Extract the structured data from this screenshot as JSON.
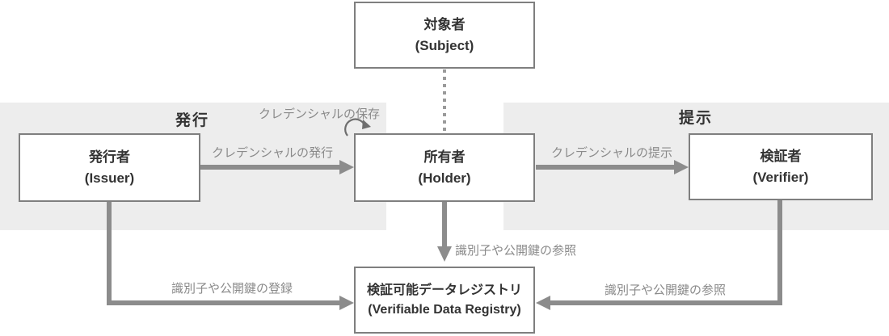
{
  "diagram": {
    "title_hint": "Verifiable Credentials ecosystem (W3C VC model)",
    "sections": {
      "issuance": "発行",
      "presentation": "提示"
    },
    "nodes": {
      "subject": {
        "jp": "対象者",
        "en": "(Subject)"
      },
      "issuer": {
        "jp": "発行者",
        "en": "(Issuer)"
      },
      "holder": {
        "jp": "所有者",
        "en": "(Holder)"
      },
      "verifier": {
        "jp": "検証者",
        "en": "(Verifier)"
      },
      "registry": {
        "jp": "検証可能データレジストリ",
        "en": "(Verifiable Data Registry)"
      }
    },
    "edges": {
      "store_credential": "クレデンシャルの保存",
      "issue_credential": "クレデンシャルの発行",
      "present_credential": "クレデンシャルの提示",
      "holder_to_registry": "識別子や公開鍵の参照",
      "issuer_to_registry": "識別子や公開鍵の登録",
      "verifier_to_registry": "識別子や公開鍵の参照"
    },
    "colors": {
      "band": "#ededed",
      "box_border": "#7f7f7f",
      "arrow": "#8c8c8c",
      "edge_label": "#8a8a8a",
      "node_text": "#333333"
    }
  }
}
